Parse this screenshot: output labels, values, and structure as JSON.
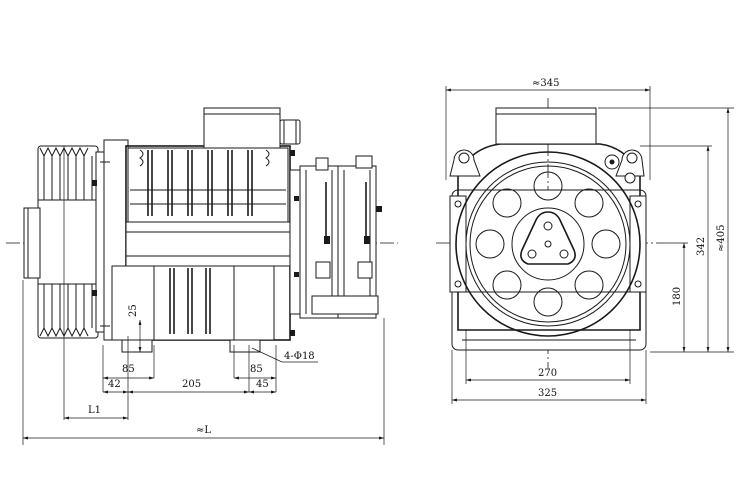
{
  "side_view": {
    "dims": {
      "d25": "25",
      "d85_left": "85",
      "d85_right": "85",
      "holes": "4-Φ18",
      "d42": "42",
      "d205": "205",
      "d45": "45",
      "L1": "L1",
      "L": "≈L"
    }
  },
  "front_view": {
    "dims": {
      "width_top": "≈345",
      "height_total": "≈405",
      "height_342": "342",
      "height_180": "180",
      "width_270": "270",
      "width_325": "325"
    }
  }
}
